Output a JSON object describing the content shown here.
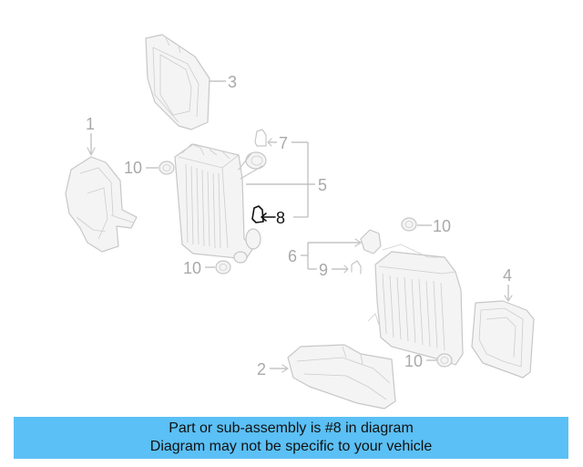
{
  "diagram": {
    "callouts": {
      "c1": "1",
      "c2": "2",
      "c3": "3",
      "c4": "4",
      "c5": "5",
      "c6": "6",
      "c7": "7",
      "c8": "8",
      "c9": "9",
      "c10a": "10",
      "c10b": "10",
      "c10c": "10",
      "c10d": "10"
    },
    "highlighted_part": "8"
  },
  "banner": {
    "line1": "Part or sub-assembly is #8 in diagram",
    "line2": "Diagram may not be specific to your vehicle"
  },
  "colors": {
    "banner_background": "#5bc0f5",
    "highlight": "#111111",
    "drawing": "#c7c7c7"
  }
}
